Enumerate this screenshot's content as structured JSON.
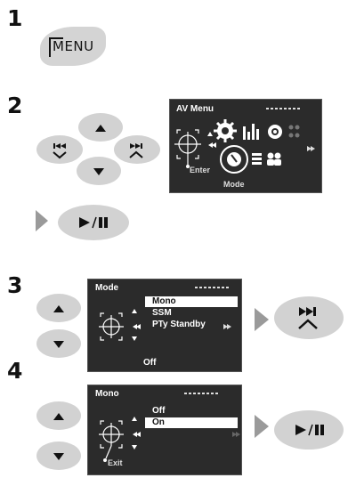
{
  "steps": [
    "1",
    "2",
    "3",
    "4"
  ],
  "step1": {
    "menu_label": "MENU"
  },
  "step2": {
    "screen_title": "AV Menu",
    "enter_label": "Enter",
    "mode_label": "Mode",
    "icons": [
      "gear-icon",
      "equalizer-icon",
      "disc-icon",
      "dots-icon",
      "mode-icon",
      "list-icon",
      "people-icon"
    ]
  },
  "step3": {
    "screen_title": "Mode",
    "items": [
      "Mono",
      "SSM",
      "PTy Standby"
    ],
    "selected_index": 0,
    "status": "Off"
  },
  "step4": {
    "screen_title": "Mono",
    "items": [
      "Off",
      "On"
    ],
    "selected_index": 1,
    "exit_label": "Exit"
  },
  "colors": {
    "button_gray": "#d2d2d2",
    "screen_bg": "#2b2b2b",
    "arrow_gray": "#9a9a9a"
  }
}
